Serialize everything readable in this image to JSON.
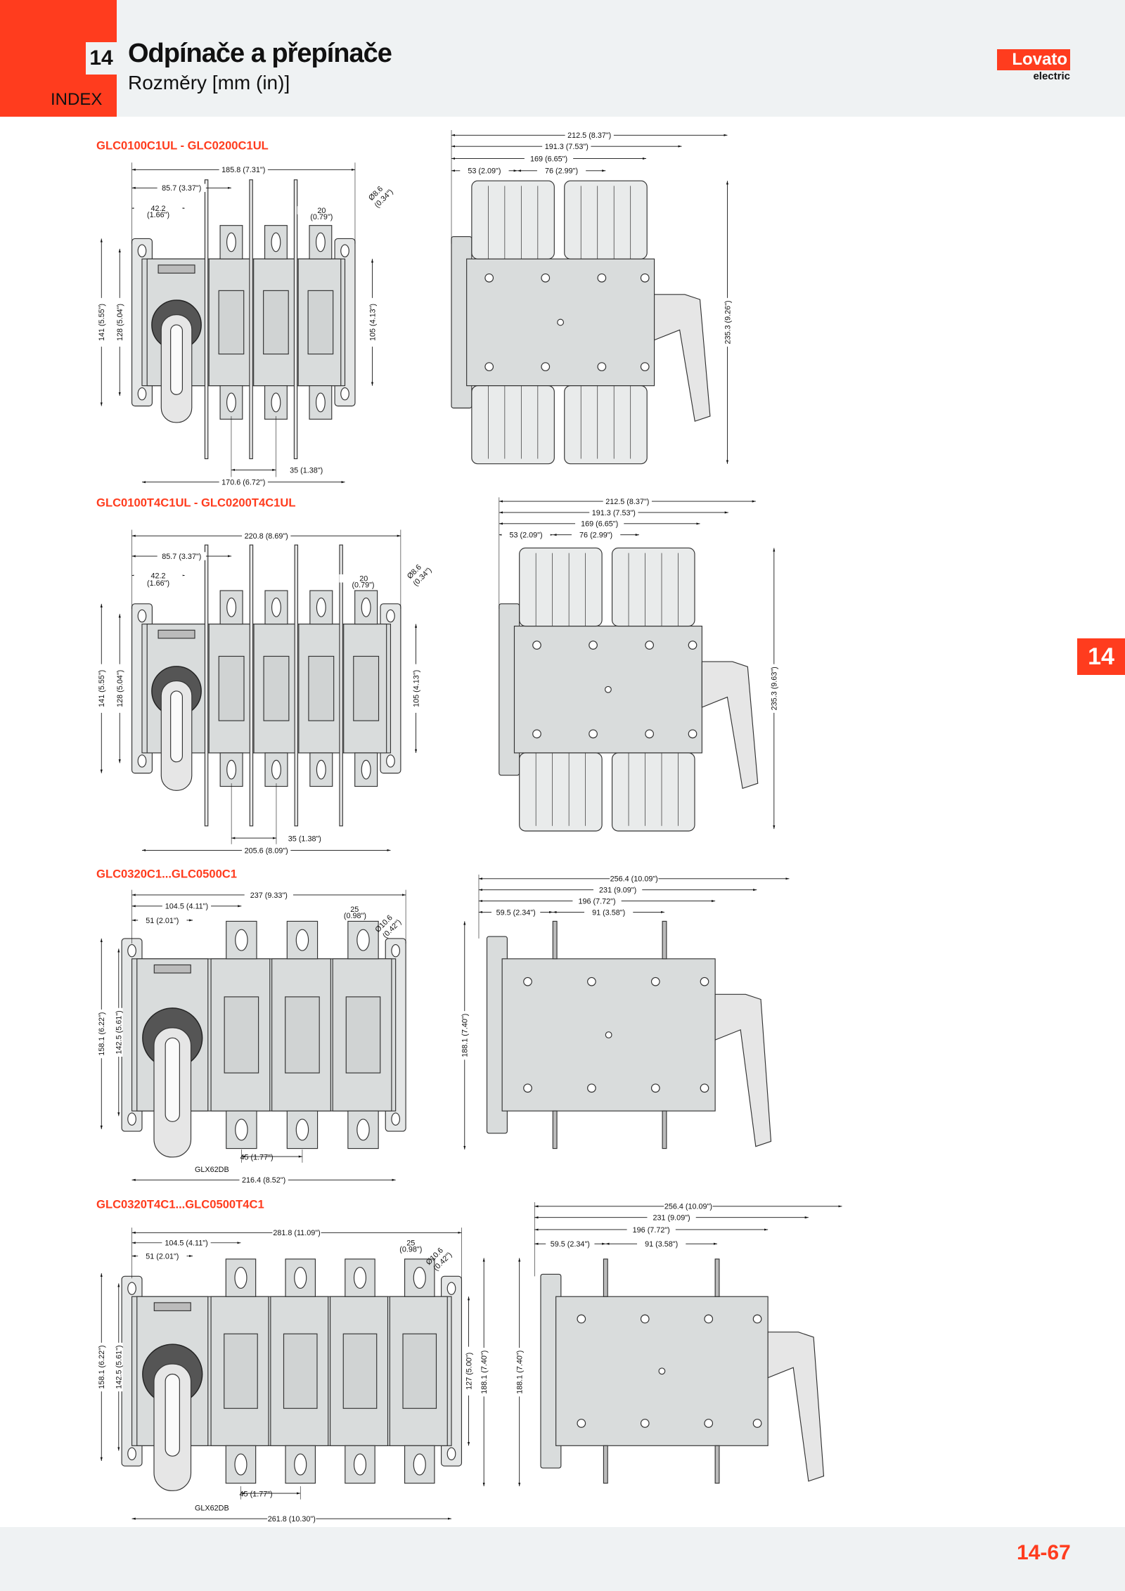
{
  "header": {
    "section_number": "14",
    "index_label": "INDEX",
    "title": "Odpínače a přepínače",
    "subtitle": "Rozměry [mm (in)]"
  },
  "logo": {
    "brand": "Lovato",
    "sub": "electric"
  },
  "side_tab": "14",
  "footer": {
    "page_number": "14-67"
  },
  "colors": {
    "accent": "#ff3c1e",
    "band": "#eff2f3",
    "part_fill": "#d9dcdc"
  },
  "sections": [
    {
      "title": "GLC0100C1UL - GLC0200C1UL",
      "front": {
        "overall_width": "185.8 (7.31\")",
        "pole1_axis": "85.7 (3.37\")",
        "handle_axis": "42.2",
        "handle_axis_in": "(1.66\")",
        "terminal_width": "20",
        "terminal_width_in": "(0.79\")",
        "hole": "Ø8.6",
        "hole_in": "(0.34\")",
        "height_total": "141 (5.55\")",
        "height_fix": "128 (5.04\")",
        "height_body": "105 (4.13\")",
        "pole_pitch": "35 (1.38\")",
        "fix_width": "170.6 (6.72\")"
      },
      "side": {
        "depth_total": "212.5 (8.37\")",
        "depth_handle": "191.3 (7.53\")",
        "depth_body": "169 (6.65\")",
        "dim_a": "53 (2.09\")",
        "dim_b": "76 (2.99\")",
        "height": "235.3 (9.26\")"
      }
    },
    {
      "title": "GLC0100T4C1UL - GLC0200T4C1UL",
      "front": {
        "overall_width": "220.8 (8.69\")",
        "pole1_axis": "85.7 (3.37\")",
        "handle_axis": "42.2",
        "handle_axis_in": "(1.66\")",
        "terminal_width": "20",
        "terminal_width_in": "(0.79\")",
        "hole": "Ø8.6",
        "hole_in": "(0.34\")",
        "height_total": "141 (5.55\")",
        "height_fix": "128 (5.04\")",
        "height_body": "105 (4.13\")",
        "pole_pitch": "35 (1.38\")",
        "fix_width": "205.6 (8.09\")"
      },
      "side": {
        "depth_total": "212.5 (8.37\")",
        "depth_handle": "191.3 (7.53\")",
        "depth_body": "169 (6.65\")",
        "dim_a": "53 (2.09\")",
        "dim_b": "76 (2.99\")",
        "height": "235.3 (9.63\")"
      }
    },
    {
      "title": "GLC0320C1...GLC0500C1",
      "front": {
        "overall_width": "237 (9.33\")",
        "pole1_axis": "104.5 (4.11\")",
        "handle_axis": "51 (2.01\")",
        "terminal_width": "25",
        "terminal_width_in": "(0.98\")",
        "hole": "Ø10.6",
        "hole_in": "(0.42\")",
        "height_total": "158.1 (6.22\")",
        "height_fix": "142.5 (5.61\")",
        "pole_pitch": "45 (1.77\")",
        "fix_width": "216.4 (8.52\")",
        "accessory": "GLX62DB"
      },
      "side": {
        "depth_total": "256.4 (10.09\")",
        "depth_handle": "231 (9.09\")",
        "depth_body": "196 (7.72\")",
        "dim_a": "59.5 (2.34\")",
        "dim_b": "91 (3.58\")",
        "height": "188.1 (7.40\")"
      }
    },
    {
      "title": "GLC0320T4C1...GLC0500T4C1",
      "front": {
        "overall_width": "281.8 (11.09\")",
        "pole1_axis": "104.5 (4.11\")",
        "handle_axis": "51 (2.01\")",
        "terminal_width": "25",
        "terminal_width_in": "(0.98\")",
        "hole": "Ø10.6",
        "hole_in": "(0.42\")",
        "height_total": "158.1 (6.22\")",
        "height_fix": "142.5 (5.61\")",
        "height_body": "127 (5.00\")",
        "height_terminals": "188.1 (7.40\")",
        "pole_pitch": "45 (1.77\")",
        "fix_width": "261.8 (10.30\")",
        "accessory": "GLX62DB"
      },
      "side": {
        "depth_total": "256.4 (10.09\")",
        "depth_handle": "231 (9.09\")",
        "depth_body": "196 (7.72\")",
        "dim_a": "59.5 (2.34\")",
        "dim_b": "91 (3.58\")",
        "height": "188.1 (7.40\")"
      }
    }
  ]
}
